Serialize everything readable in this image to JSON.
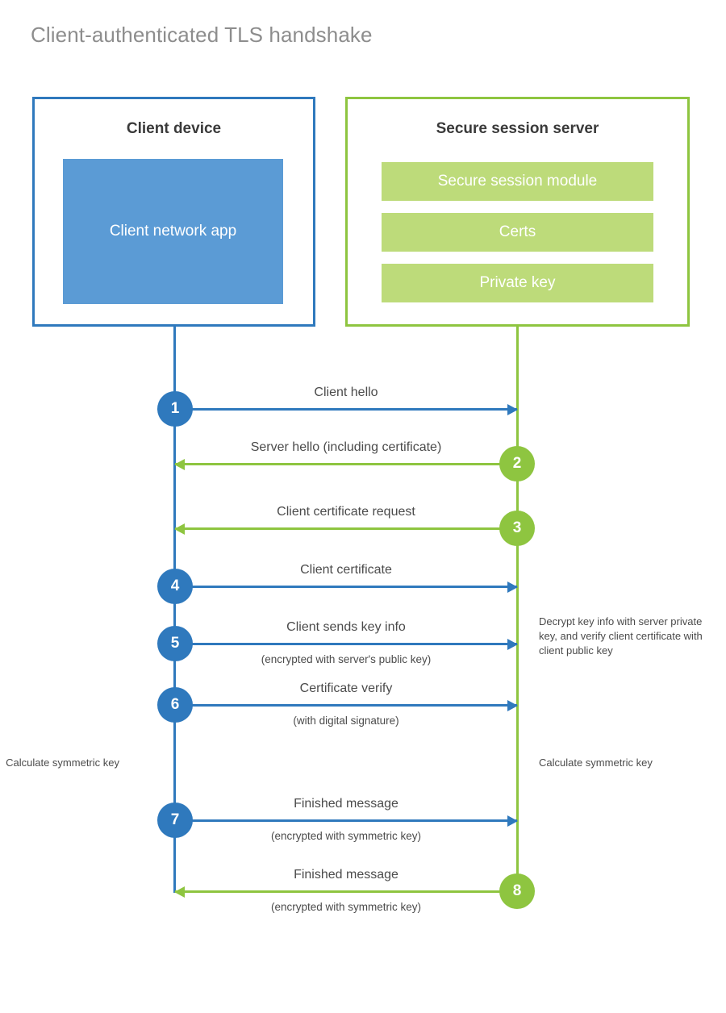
{
  "title": "Client-authenticated TLS handshake",
  "colors": {
    "client_blue": "#2f79bd",
    "client_app_fill": "#5b9bd5",
    "server_green": "#8ec540",
    "server_bar_fill": "#bddb7a",
    "title_gray": "#8d8d8d",
    "text_gray": "#4b4b4b"
  },
  "actors": {
    "client": {
      "title": "Client device",
      "inner_block": "Client network app"
    },
    "server": {
      "title": "Secure session server",
      "bars": [
        "Secure session module",
        "Certs",
        "Private key"
      ]
    }
  },
  "messages": [
    {
      "step": "1",
      "label": "Client hello",
      "sublabel": "",
      "direction": "to-server",
      "origin": "client"
    },
    {
      "step": "2",
      "label": "Server hello (including certificate)",
      "sublabel": "",
      "direction": "to-client",
      "origin": "server"
    },
    {
      "step": "3",
      "label": "Client certificate request",
      "sublabel": "",
      "direction": "to-client",
      "origin": "server"
    },
    {
      "step": "4",
      "label": "Client certificate",
      "sublabel": "",
      "direction": "to-server",
      "origin": "client"
    },
    {
      "step": "5",
      "label": "Client sends key info",
      "sublabel": "(encrypted with server's public key)",
      "direction": "to-server",
      "origin": "client"
    },
    {
      "step": "6",
      "label": "Certificate verify",
      "sublabel": "(with digital signature)",
      "direction": "to-server",
      "origin": "client"
    },
    {
      "step": "7",
      "label": "Finished message",
      "sublabel": "(encrypted with symmetric key)",
      "direction": "to-server",
      "origin": "client"
    },
    {
      "step": "8",
      "label": "Finished message",
      "sublabel": "(encrypted with symmetric key)",
      "direction": "to-client",
      "origin": "server"
    }
  ],
  "notes": {
    "server_decrypt": "Decrypt key info with server private key, and verify client certificate with client public key",
    "client_calculate": "Calculate symmetric key",
    "server_calculate": "Calculate symmetric key"
  }
}
